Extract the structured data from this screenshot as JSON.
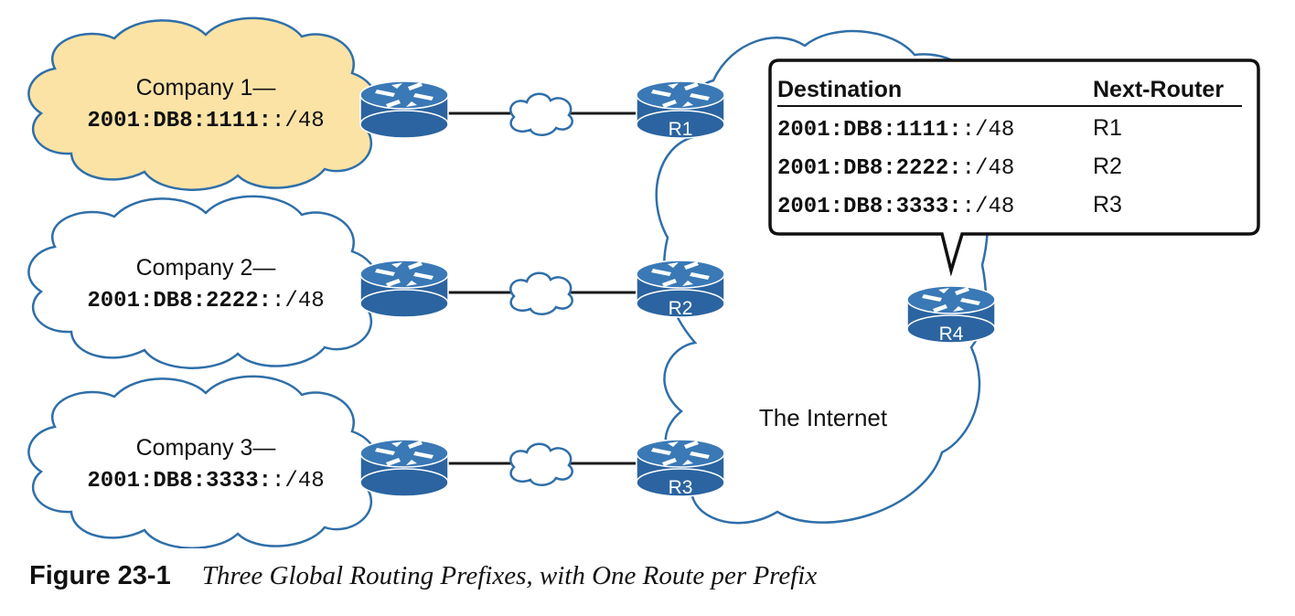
{
  "companies": [
    {
      "name": "Company 1—",
      "prefix_bold": "2001:DB8:1111:",
      "prefix_rest": ":/48",
      "fill": "#fbe3a6"
    },
    {
      "name": "Company 2—",
      "prefix_bold": "2001:DB8:2222:",
      "prefix_rest": ":/48",
      "fill": "#ffffff"
    },
    {
      "name": "Company 3—",
      "prefix_bold": "2001:DB8:3333:",
      "prefix_rest": ":/48",
      "fill": "#ffffff"
    }
  ],
  "internet_label": "The Internet",
  "routers": {
    "r1": "R1",
    "r2": "R2",
    "r3": "R3",
    "r4": "R4"
  },
  "routing_table": {
    "header_destination": "Destination",
    "header_next_router": "Next-Router",
    "rows": [
      {
        "prefix_bold": "2001:DB8:1111:",
        "prefix_rest": ":/48",
        "next": "R1"
      },
      {
        "prefix_bold": "2001:DB8:2222:",
        "prefix_rest": ":/48",
        "next": "R2"
      },
      {
        "prefix_bold": "2001:DB8:3333:",
        "prefix_rest": ":/48",
        "next": "R3"
      }
    ]
  },
  "caption": {
    "number": "Figure 23-1",
    "title": "Three Global Routing Prefixes, with One Route per Prefix"
  },
  "colors": {
    "router_blue": "#3a79b6",
    "cloud_outline": "#2f6fa8",
    "company1_fill": "#fbe3a6"
  }
}
